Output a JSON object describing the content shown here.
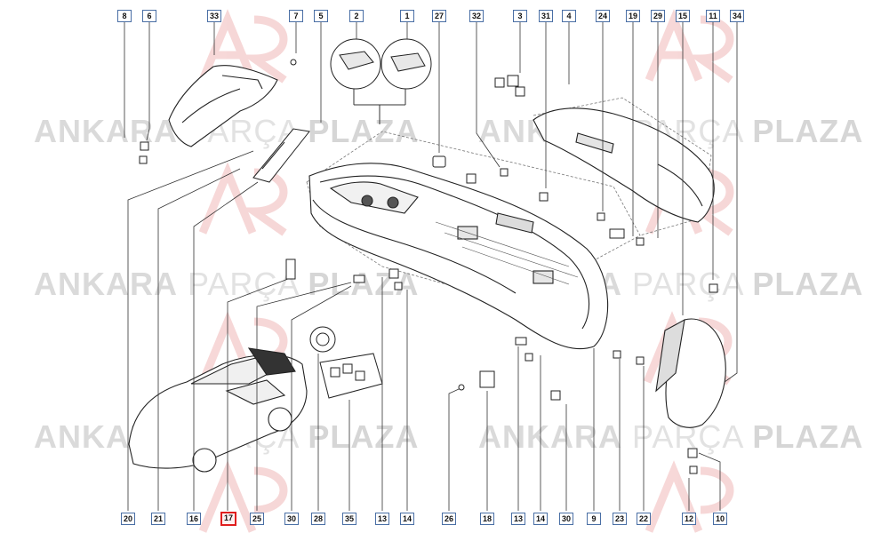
{
  "watermark": {
    "part1": "ANKARA",
    "part2": "PARÇA",
    "part3": "PLAZA"
  },
  "highlight_color": "#e01e1e",
  "callout_border_color": "#4a6fa5",
  "highlighted_ref": "17",
  "top_refs": [
    "8",
    "6",
    "33",
    "7",
    "5",
    "2",
    "1",
    "27",
    "32",
    "3",
    "31",
    "4",
    "24",
    "19",
    "29",
    "15",
    "11",
    "34"
  ],
  "bottom_refs": [
    "20",
    "21",
    "16",
    "17",
    "25",
    "30",
    "28",
    "35",
    "13",
    "14",
    "26",
    "18",
    "13",
    "14",
    "30",
    "9",
    "23",
    "22",
    "12",
    "10"
  ]
}
